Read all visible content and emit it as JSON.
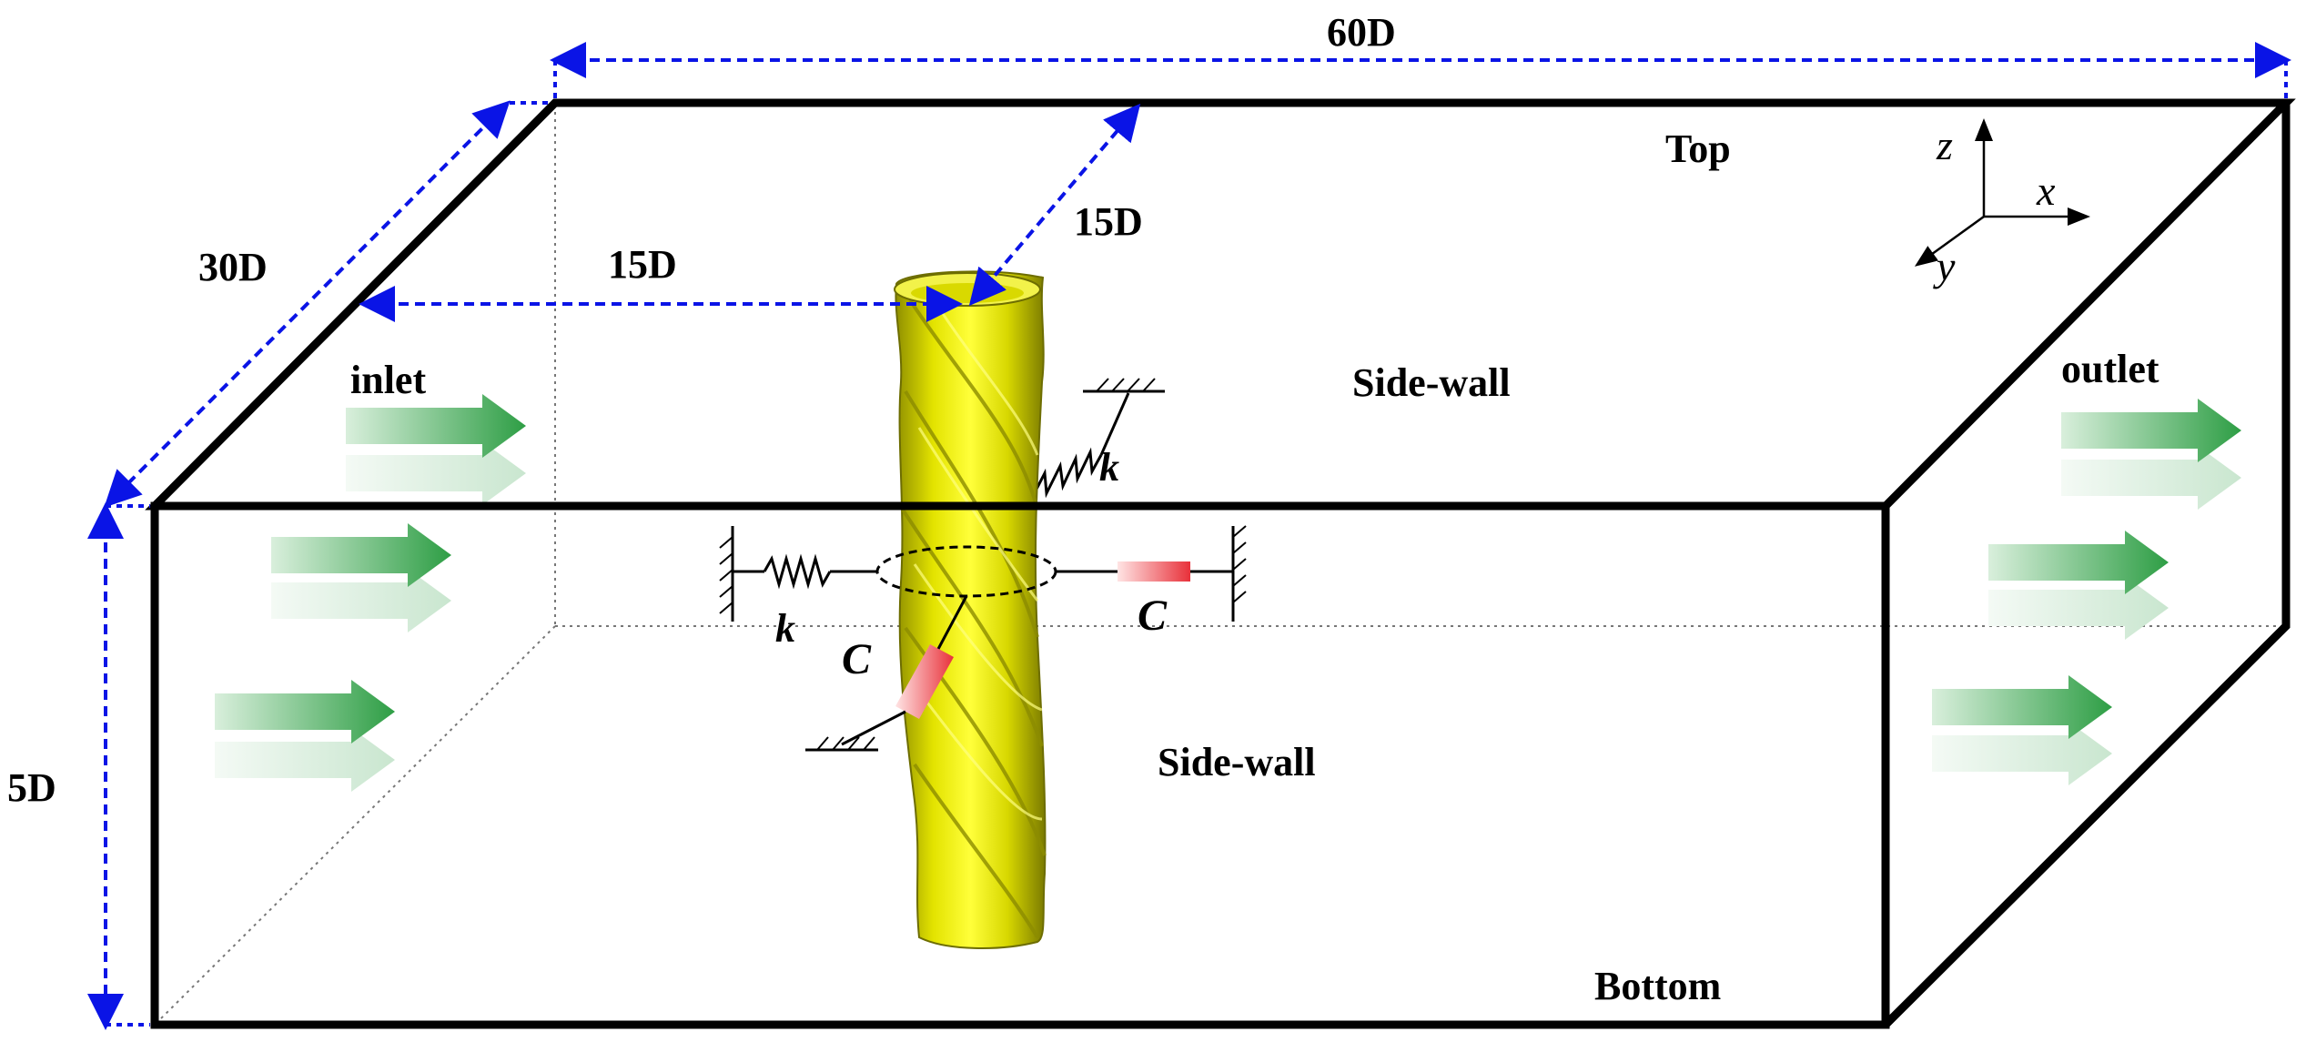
{
  "dimensions": {
    "length": "60D",
    "width": "30D",
    "height": "5D",
    "inlet_to_cylinder": "15D",
    "sidewall_to_cylinder": "15D"
  },
  "boundaries": {
    "top": "Top",
    "bottom": "Bottom",
    "sidewall_top_face": "Side-wall",
    "sidewall_front_face": "Side-wall",
    "inlet": "inlet",
    "outlet": "outlet"
  },
  "axes": {
    "x": "x",
    "y": "y",
    "z": "z"
  },
  "mechanics": {
    "spring_x": "k",
    "spring_y": "k",
    "damper_x": "C",
    "damper_y": "C"
  },
  "colors": {
    "box_edge": "#000000",
    "dimension_line": "#0a14e6",
    "cylinder": "#e6e600",
    "flow_arrow": "#2e9e45",
    "damper": "#e8313a"
  }
}
